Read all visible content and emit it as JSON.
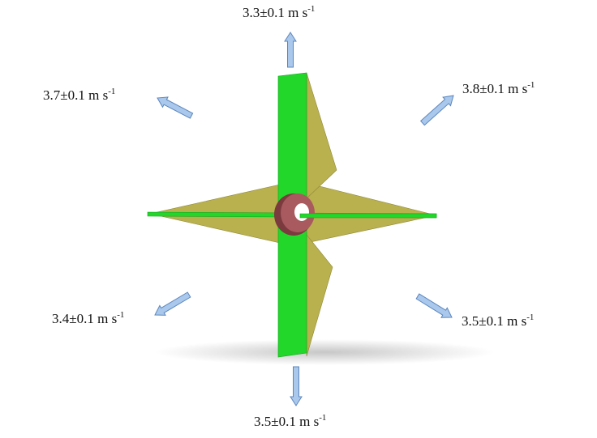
{
  "velocities": {
    "top": {
      "value": "3.3±0.1",
      "unit": "m s",
      "exponent": "-1"
    },
    "upper_left": {
      "value": "3.7±0.1",
      "unit": "m s",
      "exponent": "-1"
    },
    "upper_right": {
      "value": "3.8±0.1",
      "unit": "m s",
      "exponent": "-1"
    },
    "lower_left": {
      "value": "3.4±0.1",
      "unit": "m s",
      "exponent": "-1"
    },
    "lower_right": {
      "value": "3.5±0.1",
      "unit": "m s",
      "exponent": "-1"
    },
    "bottom": {
      "value": "3.5±0.1",
      "unit": "m s",
      "exponent": "-1"
    }
  },
  "colors": {
    "fin_green": "#22d62a",
    "fin_green_edge": "#17a81e",
    "fin_olive": "#b9b04e",
    "fin_olive_dark": "#8f8a3a",
    "hub": "#a85a5e",
    "hub_dark": "#7a3a3e",
    "arrow_fill": "#a9c8ec",
    "arrow_stroke": "#5b86bd"
  },
  "icons": {
    "arrows": "block-arrow-icon",
    "object": "four-fin-rotor"
  }
}
